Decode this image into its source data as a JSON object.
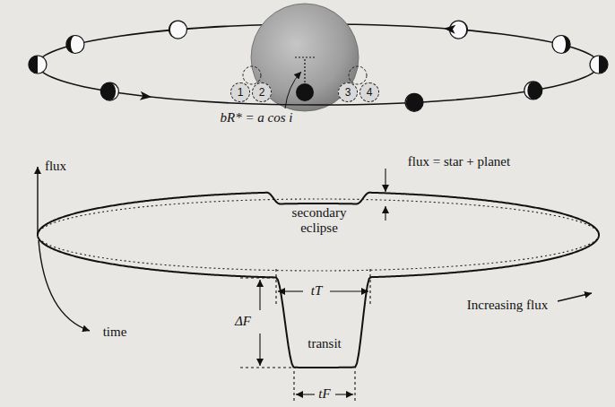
{
  "diagram": {
    "nodes": [
      {
        "text": [
          "1"
        ]
      },
      {
        "text": [
          "2"
        ]
      },
      {
        "text": [
          "3"
        ]
      },
      {
        "text": [
          "4"
        ]
      }
    ],
    "labels": [
      "bR* = a cos i",
      "flux",
      "time",
      "flux = star + planet",
      "secondary eclipse",
      "ΔF",
      "transit",
      "tT",
      "tF",
      "Increasing flux"
    ]
  }
}
